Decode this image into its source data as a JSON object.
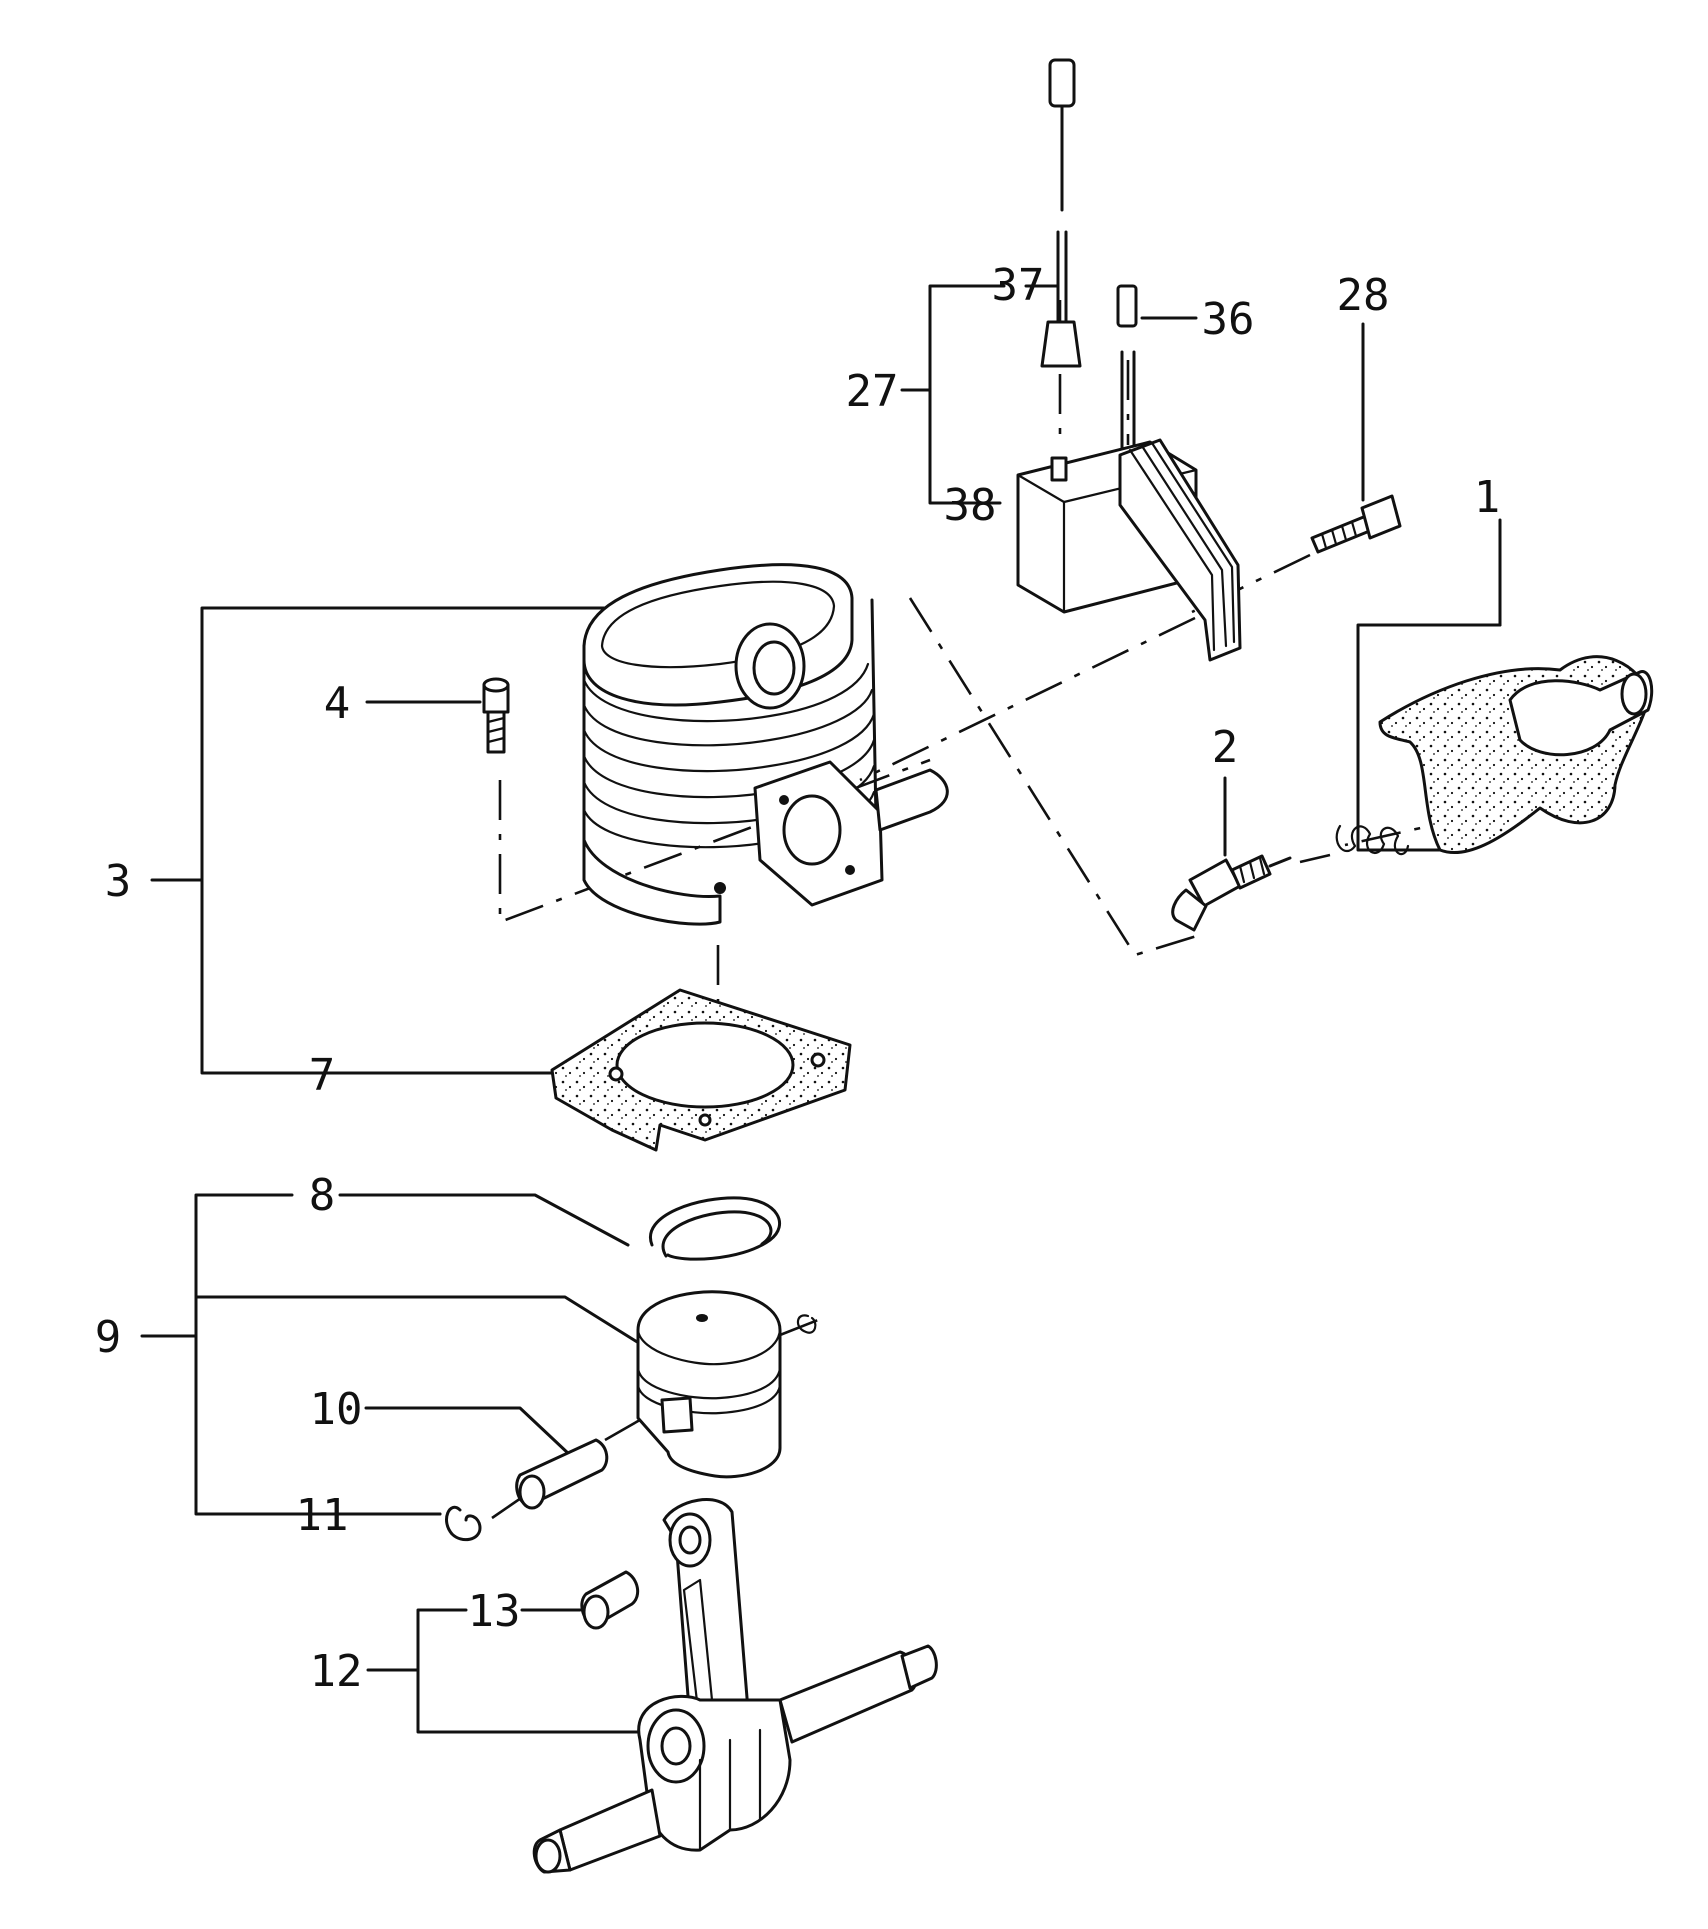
{
  "callouts": {
    "p1": "1",
    "p2": "2",
    "p3": "3",
    "p4": "4",
    "p7": "7",
    "p8": "8",
    "p9": "9",
    "p10": "10",
    "p11": "11",
    "p12": "12",
    "p13": "13",
    "p27": "27",
    "p28": "28",
    "p36": "36",
    "p37": "37",
    "p38": "38"
  }
}
